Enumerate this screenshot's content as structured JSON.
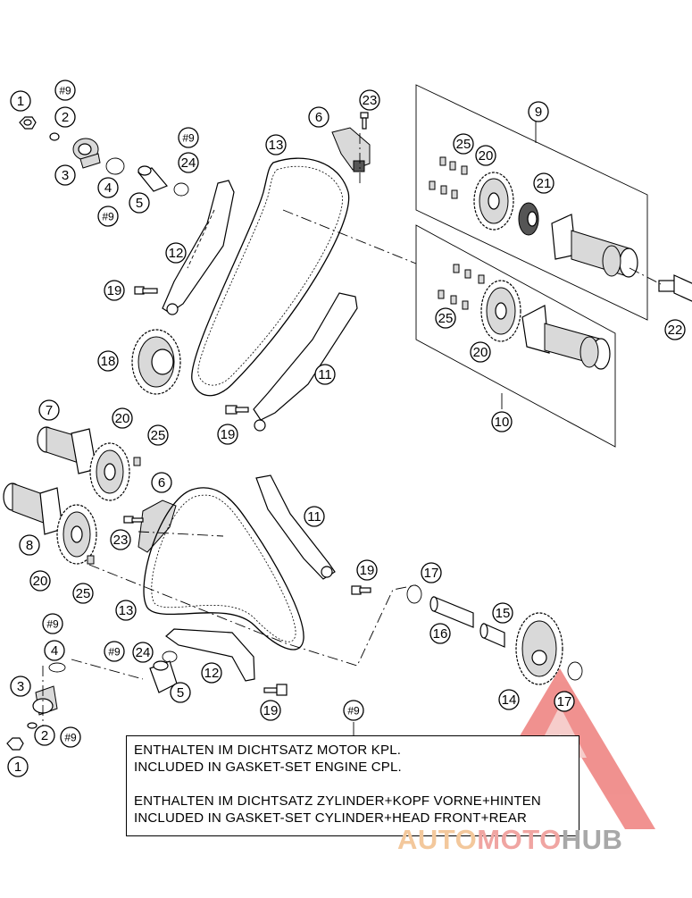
{
  "diagram": {
    "callouts": {
      "c1_top": "1",
      "c9_a": "#9",
      "c2_top": "2",
      "c3_top": "3",
      "c4_top": "4",
      "c9_b": "#9",
      "c5_top": "5",
      "c9_c": "#9",
      "c24_top": "24",
      "c6_top": "6",
      "c23_top": "23",
      "c13_top": "13",
      "c12_top": "12",
      "c19_a": "19",
      "c18": "18",
      "c11_top": "11",
      "c19_b": "19",
      "c9_box": "9",
      "c25_a": "25",
      "c20_a": "20",
      "c21": "21",
      "c22": "22",
      "c25_b": "25",
      "c20_b": "20",
      "c10": "10",
      "c7": "7",
      "c20_c": "20",
      "c25_c": "25",
      "c6_mid": "6",
      "c8": "8",
      "c23_mid": "23",
      "c20_d": "20",
      "c25_d": "25",
      "c11_mid": "11",
      "c19_c": "19",
      "c13_mid": "13",
      "c17_a": "17",
      "c15": "15",
      "c16": "16",
      "c9_d": "#9",
      "c4_bot": "4",
      "c9_e": "#9",
      "c24_bot": "24",
      "c12_bot": "12",
      "c3_bot": "3",
      "c5_bot": "5",
      "c14": "14",
      "c17_b": "17",
      "c19_d": "19",
      "c2_bot": "2",
      "c9_f": "#9",
      "c1_bot": "1",
      "c9_note": "#9"
    },
    "note": {
      "line1": "ENTHALTEN IM DICHTSATZ MOTOR KPL.",
      "line2": "INCLUDED IN GASKET-SET ENGINE CPL.",
      "line3": "ENTHALTEN IM DICHTSATZ ZYLINDER+KOPF VORNE+HINTEN",
      "line4": "INCLUDED IN GASKET-SET CYLINDER+HEAD FRONT+REAR"
    },
    "watermark": {
      "part1": "AUTO",
      "part2": "MOTO",
      "part3": "HUB"
    },
    "colors": {
      "watermark_red": "#e53935",
      "watermark_orange": "#f3c89c",
      "watermark_grey": "#a8a8a8"
    }
  }
}
